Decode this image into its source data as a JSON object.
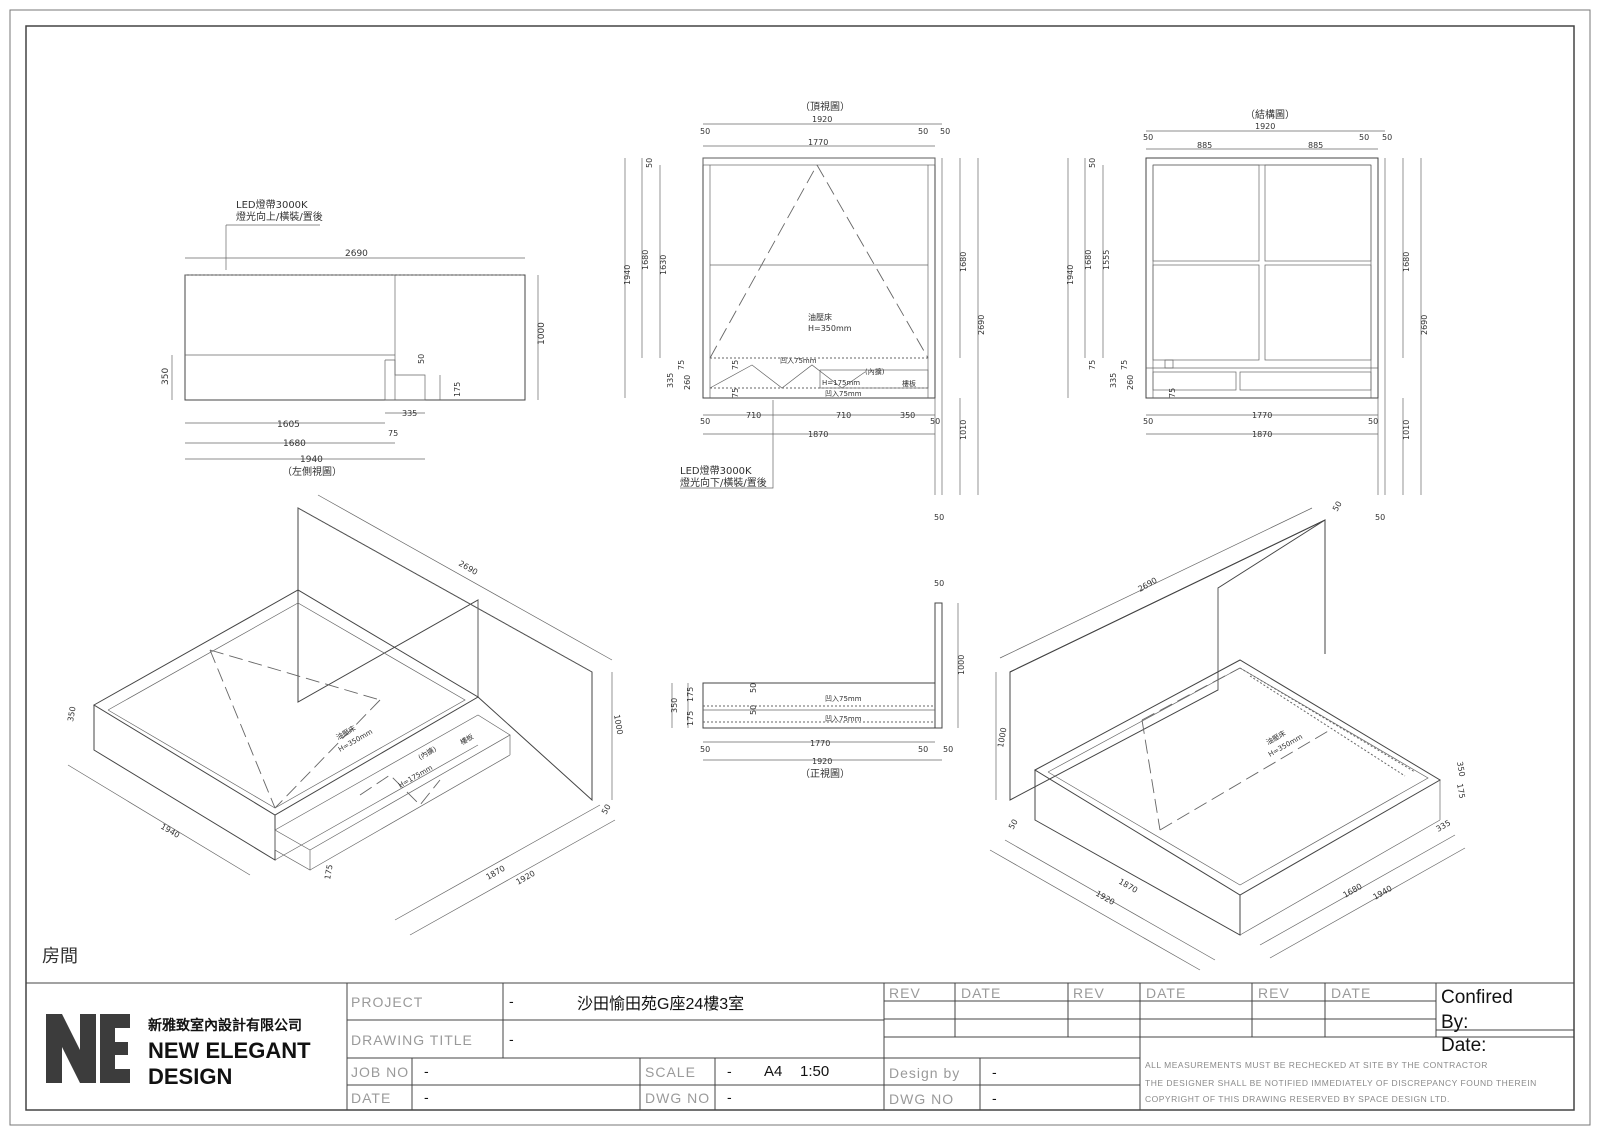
{
  "room_label": "房間",
  "company": {
    "name_cn": "新雅致室內設計有限公司",
    "name_en_1": "NEW ELEGANT",
    "name_en_2": "DESIGN"
  },
  "title_block": {
    "project_label": "PROJECT",
    "project_dash": "-",
    "project_value": "沙田愉田苑G座24樓3室",
    "drawing_title_label": "DRAWING TITLE",
    "drawing_title_value": "-",
    "job_no_label": "JOB NO",
    "job_no_value": "-",
    "date_label": "DATE",
    "date_value": "-",
    "scale_label": "SCALE",
    "scale_dash": "-",
    "scale_paper": "A4",
    "scale_value": "1:50",
    "dwg_no_label": "DWG NO",
    "dwg_no_value": "-",
    "rev_label": "REV",
    "rev_date_label": "DATE",
    "design_by_label": "Design by",
    "design_by_value": "-",
    "dwg_no2_label": "DWG NO",
    "dwg_no2_value": "-",
    "confirmed_label": "Confired",
    "by_label": "By:",
    "confirm_date_label": "Date:",
    "note_1": "ALL MEASUREMENTS MUST BE RECHECKED AT SITE BY THE CONTRACTOR",
    "note_2": "THE DESIGNER SHALL BE NOTIFIED IMMEDIATELY OF DISCREPANCY FOUND THEREIN",
    "note_3": "COPYRIGHT OF THIS DRAWING RESERVED BY SPACE DESIGN LTD."
  },
  "views": {
    "side": {
      "title": "（左側視圖）",
      "led_1": "LED燈帶3000K",
      "led_2": "燈光向上/橫裝/置後",
      "d_2690": "2690",
      "d_1000": "1000",
      "d_350": "350",
      "d_50": "50",
      "d_175": "175",
      "d_1605": "1605",
      "d_335": "335",
      "d_75": "75",
      "d_1680": "1680",
      "d_1940": "1940"
    },
    "top": {
      "title": "（頂視圖）",
      "d_1920": "1920",
      "d_50a": "50",
      "d_50b": "50",
      "d_50c": "50",
      "d_1770": "1770",
      "d_50l": "50",
      "d_1940": "1940",
      "d_1680": "1680",
      "d_1630": "1630",
      "d_1680r": "1680",
      "d_2690r": "2690",
      "d_1010r": "1010",
      "d_50bottom": "50",
      "mattress_1": "油壓床",
      "mattress_2": "H=350mm",
      "recess_1": "凹入75mm",
      "recess_2": "凹入75mm",
      "inner": "(內擴)",
      "h175": "H=175mm",
      "plank": "樓板",
      "d_75a": "75",
      "d_75b": "75",
      "d_335": "335",
      "d_260": "260",
      "d_75c": "75",
      "d_50b1": "50",
      "d_710a": "710",
      "d_710b": "710",
      "d_350": "350",
      "d_50b2": "50",
      "d_1870": "1870",
      "led_1": "LED燈帶3000K",
      "led_2": "燈光向下/橫裝/置後"
    },
    "structure": {
      "title": "（結構圖）",
      "d_1920": "1920",
      "d_50a": "50",
      "d_50b": "50",
      "d_50c": "50",
      "d_885a": "885",
      "d_885b": "885",
      "d_50l": "50",
      "d_1940": "1940",
      "d_1680": "1680",
      "d_1555": "1555",
      "d_1680r": "1680",
      "d_2690r": "2690",
      "d_1010r": "1010",
      "d_50bottom": "50",
      "d_75a": "75",
      "d_75b": "75",
      "d_335": "335",
      "d_260": "260",
      "d_75c": "75",
      "d_50b1": "50",
      "d_1770": "1770",
      "d_50b2": "50",
      "d_1870": "1870"
    },
    "front": {
      "title": "（正視圖）",
      "d_50top": "50",
      "d_1000": "1000",
      "d_50a": "50",
      "d_50b": "50",
      "d_350": "350",
      "d_175a": "175",
      "d_175b": "175",
      "recess_1": "凹入75mm",
      "recess_2": "凹入75mm",
      "d_1770": "1770",
      "d_50l": "50",
      "d_50r1": "50",
      "d_50r2": "50",
      "d_1920": "1920"
    },
    "iso_left": {
      "d_2690": "2690",
      "d_1000": "1000",
      "d_350": "350",
      "d_1940": "1940",
      "d_1870": "1870",
      "d_1920": "1920",
      "d_50": "50",
      "d_175": "175",
      "mattress_1": "油壓床",
      "mattress_2": "H=350mm",
      "inner": "(內擴)",
      "plank": "樓板",
      "h175": "H=175mm"
    },
    "iso_right": {
      "d_2690": "2690",
      "d_50": "50",
      "d_1000": "1000",
      "d_350": "350",
      "d_175": "175",
      "d_335": "335",
      "d_50b": "50",
      "d_1870": "1870",
      "d_1920": "1920",
      "d_1680": "1680",
      "d_1940": "1940",
      "mattress_1": "油壓床",
      "mattress_2": "H=350mm"
    }
  }
}
